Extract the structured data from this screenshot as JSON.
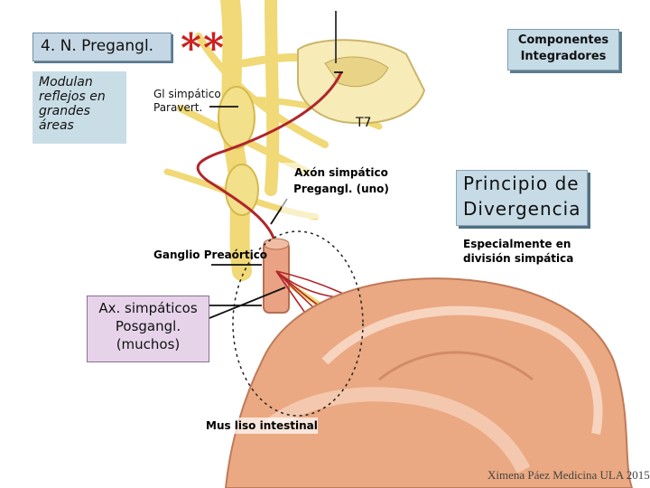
{
  "slide": {
    "title": "4. N. Pregangl.",
    "asterisks": "**",
    "note": "Modulan reflejos en grandes áreas",
    "components_label": "Componentes Integradores",
    "gl_simpatico": "Gl simpático Paravert.",
    "segment": "T7",
    "axon_label": "Axón simpático Pregangl. (uno)",
    "principle_label": "Principio de Divergencia",
    "especially_label": "Especialmente en división simpática",
    "ganglio_label": "Ganglio Preaórtico",
    "postganglionic_label": "Ax. simpáticos Posgangl. (muchos)",
    "muscle_label": "Mus liso intestinal",
    "credit": "Ximena Páez Medicina ULA 2015"
  },
  "colors": {
    "title_box": "#c5d7e4",
    "note_box": "#c9dde6",
    "components_box": "#c5dbe6",
    "divergence_box": "#c6dbe6",
    "postganglionic_box": "#e6d3ea",
    "asterisk": "#cc2020",
    "nerve_yellow": "#f1dc7a",
    "nerve_red": "#b0252c",
    "intestine": "#e8a07a"
  }
}
